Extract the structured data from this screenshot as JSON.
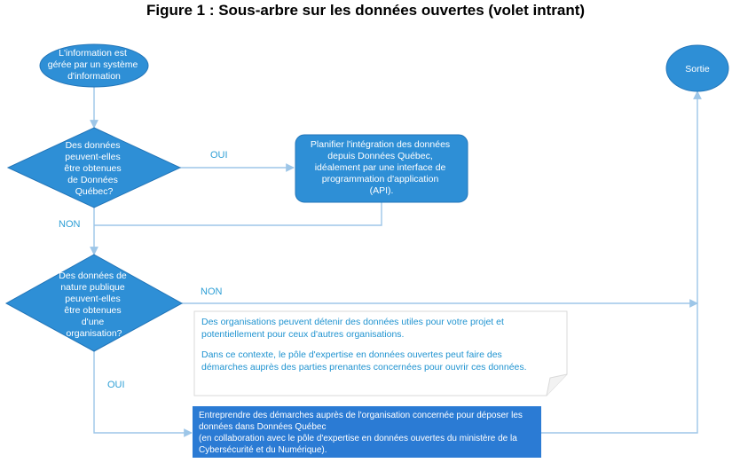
{
  "title": "Figure 1 : Sous-arbre sur les données ouvertes (volet intrant)",
  "nodes": {
    "start": {
      "lines": [
        "L'information est",
        "gérée par un système",
        "d'information"
      ]
    },
    "exit": {
      "label": "Sortie"
    },
    "decision1": {
      "lines": [
        "Des données",
        "peuvent-elles",
        "être obtenues",
        "de Données",
        "Québec?"
      ]
    },
    "plan": {
      "lines": [
        "Planifier l'intégration des données",
        "depuis Données Québec,",
        "idéalement par une interface de",
        "programmation d'application",
        "(API)."
      ]
    },
    "decision2": {
      "lines": [
        "Des données de",
        "nature publique",
        "peuvent-elles",
        "être obtenues",
        "d'une",
        "organisation?"
      ]
    },
    "note": {
      "lines": [
        "Des organisations peuvent détenir des données utiles pour votre projet et",
        "potentiellement pour ceux d'autres organisations.",
        "",
        "Dans ce contexte, le pôle d'expertise en données ouvertes peut faire des",
        "démarches auprès des parties prenantes concernées pour ouvrir ces données."
      ]
    },
    "action": {
      "lines": [
        "Entreprendre des démarches auprès de l'organisation concernée pour déposer les",
        "données dans Données Québec",
        "(en collaboration avec le pôle d'expertise en données ouvertes du ministère de la",
        "Cybersécurité et du Numérique)."
      ]
    }
  },
  "edge_labels": {
    "d1_yes": "OUI",
    "d1_no": "NON",
    "d2_no": "NON",
    "d2_yes": "OUI"
  },
  "colors": {
    "shape_fill": "#2e8fd6",
    "action_fill": "#2b7bd4",
    "connector": "#9dc6e8",
    "label": "#2e9fd6"
  }
}
